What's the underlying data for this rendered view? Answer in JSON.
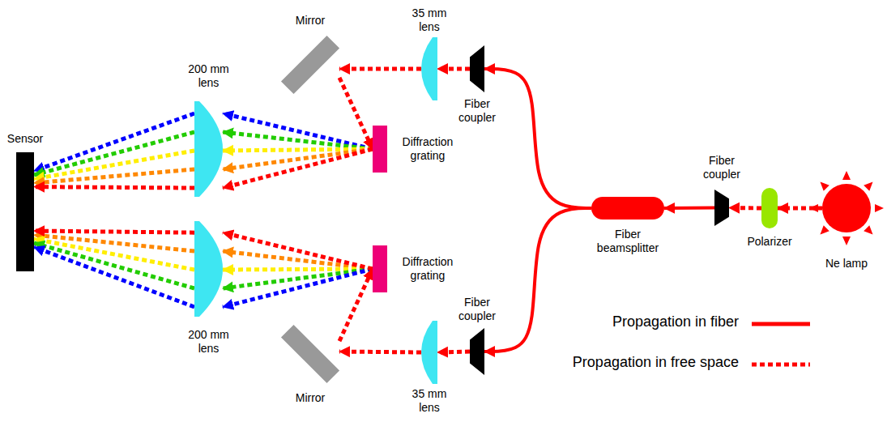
{
  "diagram": {
    "nodes": [
      {
        "text": [
          "Ne lamp"
        ]
      },
      {
        "text": [
          "Polarizer"
        ]
      },
      {
        "text": [
          "Fiber coupler"
        ]
      },
      {
        "text": [
          "Fiber beamsplitter"
        ]
      },
      {
        "text": [
          "Fiber coupler"
        ]
      },
      {
        "text": [
          "35 mm lens"
        ]
      },
      {
        "text": [
          "Mirror"
        ]
      },
      {
        "text": [
          "Diffraction grating"
        ]
      },
      {
        "text": [
          "200 mm lens"
        ]
      },
      {
        "text": [
          "Sensor"
        ]
      },
      {
        "text": [
          "Fiber coupler"
        ]
      },
      {
        "text": [
          "35 mm lens"
        ]
      },
      {
        "text": [
          "Mirror"
        ]
      },
      {
        "text": [
          "Diffraction grating"
        ]
      },
      {
        "text": [
          "200 mm lens"
        ]
      }
    ],
    "edges": [
      {
        "from": 0,
        "to": 1,
        "arrow": "to"
      },
      {
        "from": 1,
        "to": 2,
        "arrow": "to"
      },
      {
        "from": 2,
        "to": 3,
        "arrow": "to"
      },
      {
        "from": 3,
        "to": 4,
        "arrow": "to"
      },
      {
        "from": 3,
        "to": 10,
        "arrow": "to"
      },
      {
        "from": 4,
        "to": 5,
        "arrow": "to"
      },
      {
        "from": 5,
        "to": 6,
        "arrow": "to"
      },
      {
        "from": 6,
        "to": 7,
        "arrow": "to"
      },
      {
        "from": 7,
        "to": 8,
        "arrow": "to"
      },
      {
        "from": 8,
        "to": 9,
        "arrow": "to"
      },
      {
        "from": 10,
        "to": 11,
        "arrow": "to"
      },
      {
        "from": 11,
        "to": 12,
        "arrow": "to"
      },
      {
        "from": 12,
        "to": 13,
        "arrow": "to"
      },
      {
        "from": 13,
        "to": 14,
        "arrow": "to"
      },
      {
        "from": 14,
        "to": 9,
        "arrow": "to"
      }
    ],
    "legend": [
      {
        "text": "Propagation in fiber"
      },
      {
        "text": "Propagation in free space"
      }
    ]
  }
}
